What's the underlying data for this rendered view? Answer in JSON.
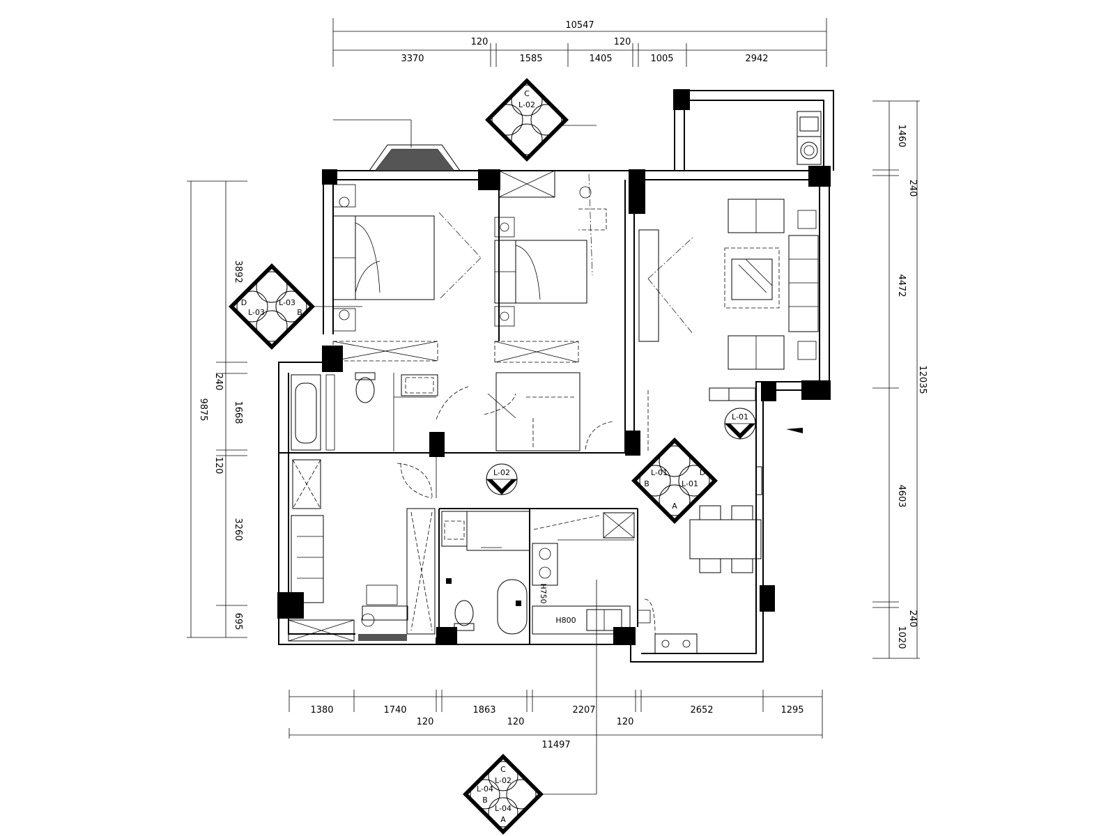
{
  "dimensions": {
    "top_total": "10547",
    "top_segments": [
      "3370",
      "1585",
      "1405",
      "1005",
      "2942"
    ],
    "top_wall_marks": [
      "120",
      "120"
    ],
    "bottom_total": "11497",
    "bottom_segments": [
      "1380",
      "1740",
      "1863",
      "2207",
      "2652",
      "1295"
    ],
    "bottom_wall_marks": [
      "120",
      "120",
      "120"
    ],
    "left_total": "9875",
    "left_segments": [
      "3892",
      "240",
      "1668",
      "120",
      "3260",
      "695"
    ],
    "right_total": "12035",
    "right_segments": [
      "1460",
      "240",
      "4472",
      "4603",
      "240",
      "1020"
    ]
  },
  "elevation_markers": [
    {
      "id": "elev-top",
      "labels": [
        "C",
        "L-02"
      ]
    },
    {
      "id": "elev-left",
      "labels": [
        "D",
        "L-03",
        "L-03",
        "B"
      ]
    },
    {
      "id": "elev-right",
      "labels": [
        "D",
        "L-01",
        "L-01",
        "B",
        "A"
      ]
    },
    {
      "id": "elev-bottom",
      "labels": [
        "C",
        "L-02",
        "L-04",
        "B",
        "A",
        "L-04"
      ]
    }
  ],
  "section_tags": [
    {
      "id": "tag-entry",
      "labels": [
        "L-01"
      ]
    },
    {
      "id": "tag-corridor",
      "labels": [
        "L-02"
      ]
    }
  ],
  "appliance_marks": {
    "oven": "H750",
    "sink": "H800"
  }
}
